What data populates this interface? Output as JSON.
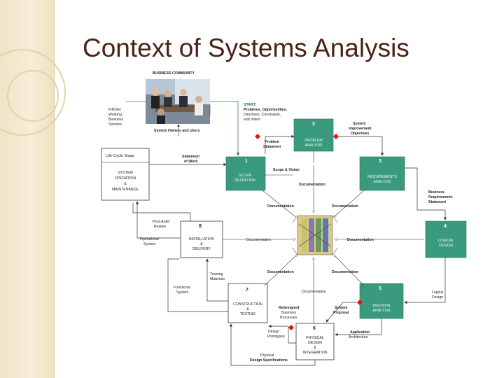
{
  "title": "Context of Systems Analysis",
  "community": {
    "label": "BUSINESS COMMUNITY"
  },
  "start": {
    "line1": "START:",
    "line2": "Problems, Opportunities,",
    "line3": "Directives, Constraints,",
    "line4": "and Vision"
  },
  "finish": {
    "line1": "FINISH:",
    "line2": "Working",
    "line3": "Business",
    "line4": "Solution"
  },
  "system_owners_users": "System Owners and Users",
  "lifecycle": {
    "header": "Life-Cycle Stage",
    "line1": "SYSTEM",
    "line2": "OPERATION",
    "line3": "&",
    "line4": "MAINTENANCE"
  },
  "phases": [
    {
      "num": "1",
      "line1": "SCOPE",
      "line2": "DEFINITION"
    },
    {
      "num": "2",
      "line1": "PROBLEM",
      "line2": "ANALYSIS"
    },
    {
      "num": "3",
      "line1": "REQUIREMENTS",
      "line2": "ANALYSIS"
    },
    {
      "num": "4",
      "line1": "LOGICAL",
      "line2": "DESIGN"
    },
    {
      "num": "5",
      "line1": "DECISION",
      "line2": "ANALYSIS"
    },
    {
      "num": "6",
      "line1": "PHYSICAL",
      "line2": "DESIGN",
      "line3": "&",
      "line4": "INTEGRATION"
    },
    {
      "num": "7",
      "line1": "CONSTRUCTION",
      "line2": "&",
      "line3": "TESTING"
    },
    {
      "num": "8",
      "line1": "INSTALLATION",
      "line2": "&",
      "line3": "DELIVERY"
    }
  ],
  "labels": {
    "statement_of_work_1": "Statement",
    "statement_of_work_2": "of Work",
    "problem_statement_1": "Problem",
    "problem_statement_2": "Statement",
    "scope_vision": "Scope & Vision",
    "sys_improve_1": "System",
    "sys_improve_2": "Improvement",
    "sys_improve_3": "Objectives",
    "bus_req_1": "Business",
    "bus_req_2": "Requirements",
    "bus_req_3": "Statement",
    "logical_design_1": "Logical",
    "logical_design_2": "Design",
    "documentation": "Documentation",
    "post_audit_1": "Post-Audit",
    "post_audit_2": "Review",
    "operational_1": "Operational",
    "operational_2": "System",
    "training_1": "Training",
    "training_2": "Materials",
    "functional_1": "Functional",
    "functional_2": "System",
    "redesigned_1": "Redesigned",
    "redesigned_2": "Business",
    "redesigned_3": "Processes",
    "sys_proposal_1": "System",
    "sys_proposal_2": "Proposal",
    "app_arch_1": "Application",
    "app_arch_2": "Architecture",
    "design_proto_1": "Design",
    "design_proto_2": "Prototypes",
    "phys_spec_1": "Physical",
    "phys_spec_2": "Design Specifications"
  },
  "colors": {
    "phase_fill": "#3a9a7e",
    "title": "#4a2318",
    "diamond": "#e8101a",
    "side": "#f0e4c6"
  }
}
